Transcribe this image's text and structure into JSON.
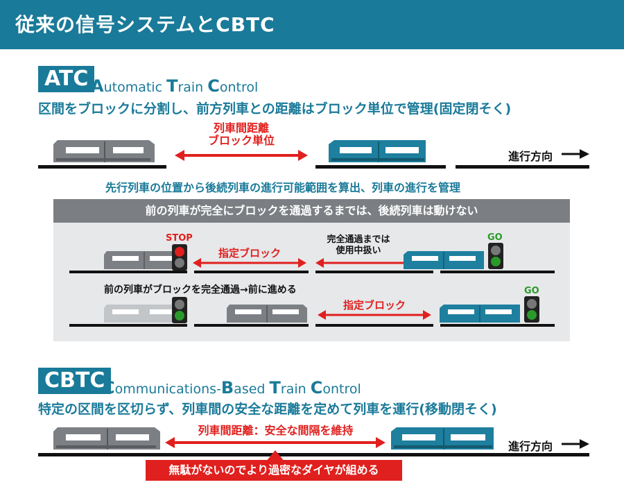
{
  "header": {
    "title": "従来の信号システムとCBTC"
  },
  "atc": {
    "tag": "ATC",
    "full_name_parts": [
      {
        "cap": "A",
        "rest": "utomatic "
      },
      {
        "cap": "T",
        "rest": "rain "
      },
      {
        "cap": "C",
        "rest": "ontrol"
      }
    ],
    "description": "区間をブロックに分割し、前方列車との距離はブロック単位で管理(固定閉そく)",
    "distance_label_line1": "列車間距離",
    "distance_label_line2": "ブロック単位",
    "direction_label": "進行方向",
    "subnote": "先行列車の位置から後続列車の進行可能範囲を算出、列車の進行を管理",
    "example": {
      "header": "前の列車が完全にブロックを通過するまでは、後続列車は動けない",
      "stop_label": "STOP",
      "go_label": "GO",
      "designated_block": "指定ブロック",
      "in_use_line1": "完全通過までは",
      "in_use_line2": "使用中扱い",
      "passed_note": "前の列車がブロックを完全通過→前に進める"
    }
  },
  "cbtc": {
    "tag": "CBTC",
    "full_name_parts": [
      {
        "cap": "C",
        "rest": "ommunications-"
      },
      {
        "cap": "B",
        "rest": "ased "
      },
      {
        "cap": "T",
        "rest": "rain "
      },
      {
        "cap": "C",
        "rest": "ontrol"
      }
    ],
    "description": "特定の区間を区切らず、列車間の安全な距離を定めて列車を運行(移動閉そく)",
    "distance_label": "列車間距離：安全な間隔を維持",
    "direction_label": "進行方向",
    "benefit": "無駄がないのでより過密なダイヤが組める"
  },
  "colors": {
    "brand_teal": "#1a7a99",
    "accent_red": "#e0201e",
    "train_gray": "#7c8085",
    "train_teal": "#1e7f9e",
    "signal_green": "#2a9a2a"
  }
}
